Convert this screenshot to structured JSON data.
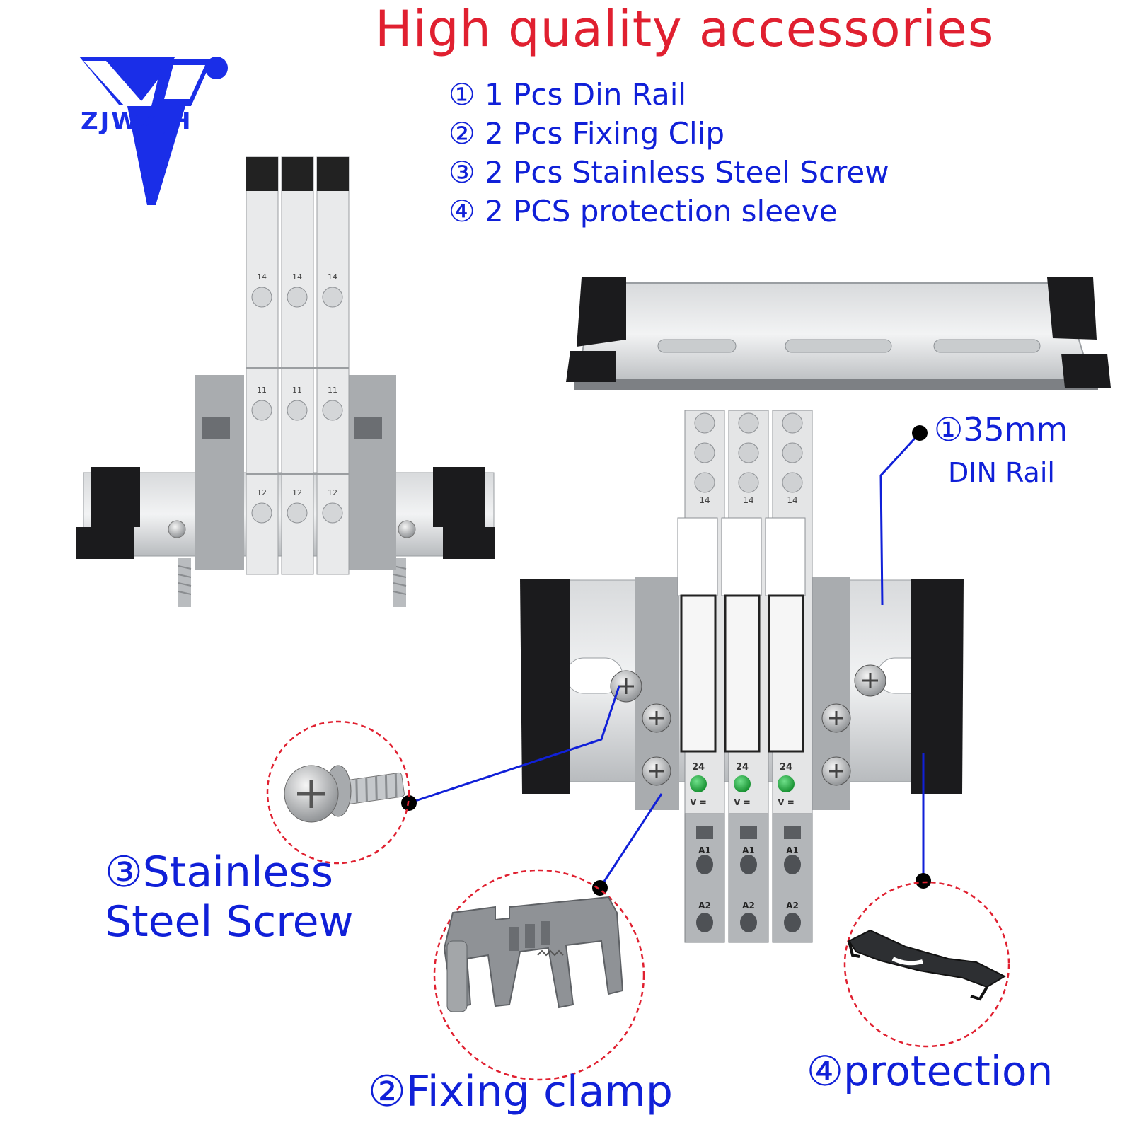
{
  "title": "High quality accessories",
  "brand": {
    "name": "ZJWZJH",
    "color": "#1a2ee8"
  },
  "accessories": [
    "① 1 Pcs Din Rail",
    "② 2 Pcs Fixing Clip",
    "③ 2 Pcs Stainless Steel Screw",
    "④ 2 PCS protection sleeve"
  ],
  "callouts": {
    "rail_line1": "①35mm",
    "rail_line2": "DIN Rail",
    "screw_line1": "③Stainless",
    "screw_line2": "Steel Screw",
    "clamp": "②Fixing clamp",
    "protection": "④protection"
  },
  "module_labels": {
    "top": "14",
    "mid": "11",
    "low": "12",
    "voltage": "24",
    "vsym": "V =",
    "a1": "A1",
    "a2": "A2"
  },
  "colors": {
    "title": "#e02030",
    "text": "#1020d8",
    "leader": "#1020d8",
    "circle": "#e02030",
    "led": "#1fa63a"
  }
}
